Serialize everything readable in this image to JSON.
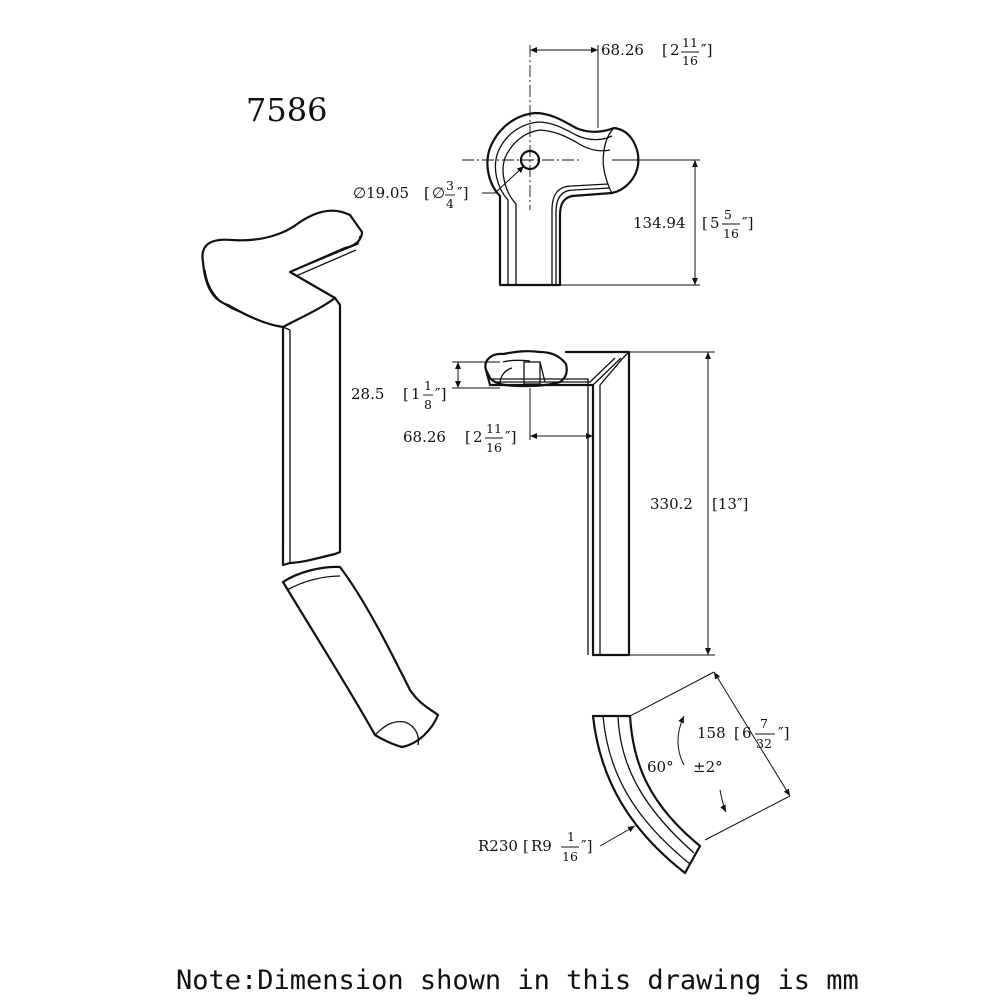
{
  "model_number": "7586",
  "note": "Note:Dimension shown in this drawing is mm",
  "dimensions": {
    "top_width": {
      "mm": "68.26",
      "whole": "2",
      "num": "11",
      "den": "16"
    },
    "hole_dia": {
      "mm": "∅19.05",
      "whole": "∅",
      "num": "3",
      "den": "4"
    },
    "top_height": {
      "mm": "134.94",
      "whole": "5",
      "num": "5",
      "den": "16"
    },
    "rail_height": {
      "mm": "28.5",
      "whole": "1",
      "num": "1",
      "den": "8"
    },
    "rail_width": {
      "mm": "68.26",
      "whole": "2",
      "num": "11",
      "den": "16"
    },
    "length": {
      "mm": "330.2",
      "inch": "[13″]"
    },
    "arc_chord": {
      "mm": "158",
      "whole": "6",
      "num": "7",
      "den": "32"
    },
    "arc_angle": "60°",
    "arc_tol": "±2°",
    "arc_radius": {
      "mm": "R230",
      "whole": "R9",
      "num": "1",
      "den": "16"
    }
  }
}
